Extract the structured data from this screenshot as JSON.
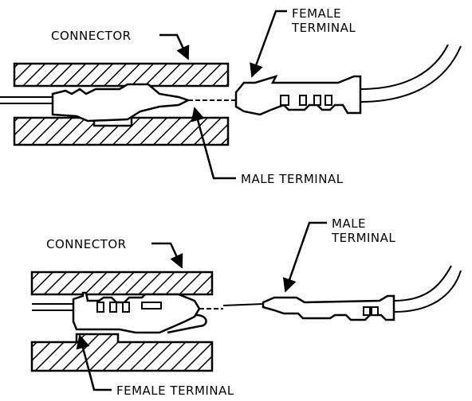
{
  "top_diagram": {
    "connector_label": "CONNECTOR",
    "female_label_line1": "FEMALE",
    "female_label_line2": "TERMINAL",
    "male_label": "MALE TERMINAL"
  },
  "bottom_diagram": {
    "connector_label": "CONNECTOR",
    "male_label_line1": "MALE",
    "male_label_line2": "TERMINAL",
    "female_label": "FEMALE TERMINAL"
  }
}
